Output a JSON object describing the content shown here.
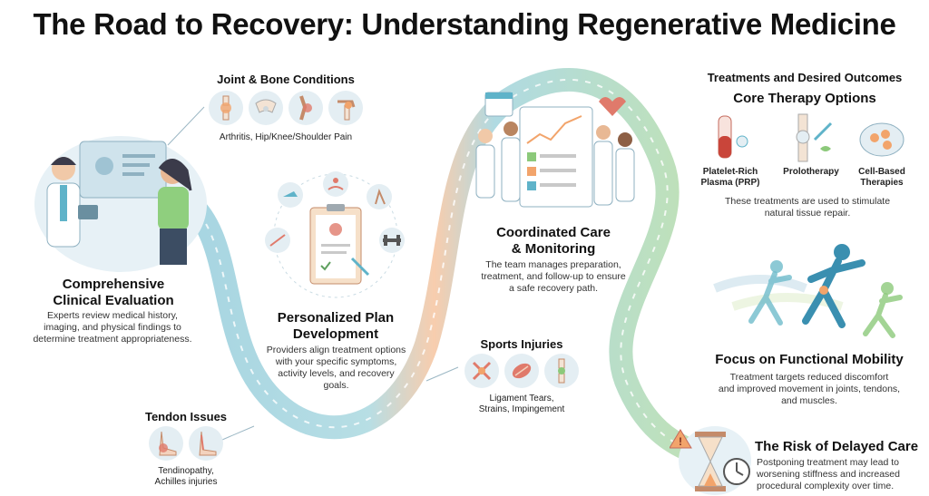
{
  "title": "The Road to Recovery: Understanding Regenerative Medicine",
  "evaluation": {
    "heading_line1": "Comprehensive",
    "heading_line2": "Clinical Evaluation",
    "desc_line1": "Experts review medical history,",
    "desc_line2": "imaging, and physical findings to",
    "desc_line3": "determine treatment appropriateness."
  },
  "joint": {
    "heading": "Joint & Bone Conditions",
    "caption": "Arthritis, Hip/Knee/Shoulder Pain",
    "icons": [
      "knee-joint-icon",
      "hip-joint-icon",
      "knee-bone-icon",
      "shoulder-joint-icon"
    ]
  },
  "plan": {
    "heading_line1": "Personalized Plan",
    "heading_line2": "Development",
    "desc_line1": "Providers align treatment options",
    "desc_line2": "with your specific symptoms,",
    "desc_line3": "activity levels, and recovery",
    "desc_line4": "goals."
  },
  "tendon": {
    "heading": "Tendon Issues",
    "caption_line1": "Tendinopathy,",
    "caption_line2": "Achilles injuries"
  },
  "care": {
    "heading_line1": "Coordinated Care",
    "heading_line2": "& Monitoring",
    "desc_line1": "The team manages preparation,",
    "desc_line2": "treatment, and follow-up to ensure",
    "desc_line3": "a safe recovery path."
  },
  "sports": {
    "heading": "Sports Injuries",
    "caption_line1": "Ligament Tears,",
    "caption_line2": "Strains, Impingement"
  },
  "treatments": {
    "header": "Treatments and Desired Outcomes",
    "subheader": "Core Therapy Options",
    "prp_line1": "Platelet-Rich",
    "prp_line2": "Plasma (PRP)",
    "prolo": "Prolotherapy",
    "cell_line1": "Cell-Based",
    "cell_line2": "Therapies",
    "desc_line1": "These treatments are used to stimulate",
    "desc_line2": "natural tissue repair."
  },
  "mobility": {
    "heading": "Focus on Functional Mobility",
    "desc_line1": "Treatment targets reduced discomfort",
    "desc_line2": "and improved movement in joints, tendons,",
    "desc_line3": "and muscles."
  },
  "risk": {
    "heading": "The Risk of Delayed Care",
    "desc_line1": "Postponing treatment may lead to",
    "desc_line2": "worsening stiffness and increased",
    "desc_line3": "procedural complexity over time."
  },
  "colors": {
    "road_teal": "#5fb3c9",
    "road_orange": "#f2a46b",
    "road_green": "#8cc97a",
    "accent_red": "#e07a6b"
  }
}
